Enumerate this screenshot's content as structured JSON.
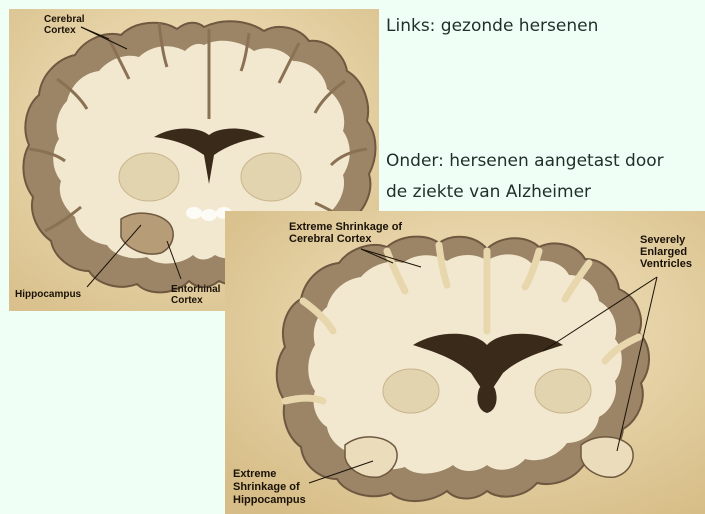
{
  "captions": {
    "top": "Links: gezonde hersenen",
    "bottom_line1": "Onder: hersenen aangetast door",
    "bottom_line2": "de ziekte van Alzheimer"
  },
  "healthy_panel": {
    "labels": {
      "cortex_line1": "Cerebral",
      "cortex_line2": "Cortex",
      "hippocampus": "Hippocampus",
      "entorhinal_line1": "Entorhinal",
      "entorhinal_line2": "Cortex"
    }
  },
  "alzheimer_panel": {
    "labels": {
      "shrink_cortex_line1": "Extreme Shrinkage of",
      "shrink_cortex_line2": "Cerebral Cortex",
      "ventricles_line1": "Severely",
      "ventricles_line2": "Enlarged",
      "ventricles_line3": "Ventricles",
      "shrink_hippo_line1": "Extreme",
      "shrink_hippo_line2": "Shrinkage of",
      "shrink_hippo_line3": "Hippocampus"
    }
  },
  "colors": {
    "page_background": "#F0FFF6",
    "illustration_background": "#E8D7AD",
    "cortex_gray_matter": "#9C8466",
    "white_matter": "#F2E8CF",
    "ventricle": "#3A2A1A"
  }
}
